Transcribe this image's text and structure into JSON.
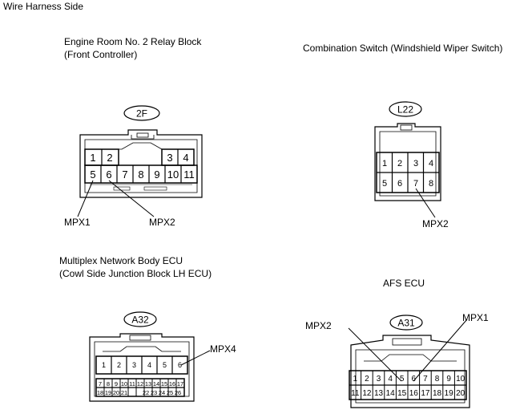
{
  "header": {
    "title": "Wire Harness Side"
  },
  "connectors": {
    "c2f": {
      "title_line1": "Engine Room No. 2 Relay Block",
      "title_line2": "(Front Controller)",
      "code": "2F",
      "top_row_left": [
        "1",
        "2"
      ],
      "top_row_right": [
        "3",
        "4"
      ],
      "bottom_row": [
        "5",
        "6",
        "7",
        "8",
        "9",
        "10",
        "11"
      ],
      "callouts": [
        "MPX1",
        "MPX2"
      ]
    },
    "l22": {
      "title": "Combination Switch (Windshield Wiper Switch)",
      "code": "L22",
      "top_row": [
        "1",
        "2",
        "3",
        "4"
      ],
      "bottom_row": [
        "5",
        "6",
        "7",
        "8"
      ],
      "callouts": [
        "MPX2"
      ]
    },
    "a32": {
      "title_line1": "Multiplex Network Body ECU",
      "title_line2": "(Cowl Side Junction Block LH ECU)",
      "code": "A32",
      "top_row": [
        "1",
        "2",
        "3",
        "4",
        "5",
        "6"
      ],
      "mid_row": [
        "7",
        "8",
        "9",
        "10",
        "11",
        "12",
        "13",
        "14",
        "15",
        "16",
        "17"
      ],
      "bottom_row": [
        "18",
        "19",
        "20",
        "21",
        "",
        "22",
        "23",
        "24",
        "25",
        "26"
      ],
      "callouts": [
        "MPX4"
      ]
    },
    "a31": {
      "title": "AFS ECU",
      "code": "A31",
      "top_row": [
        "1",
        "2",
        "3",
        "4",
        "5",
        "6",
        "7",
        "8",
        "9",
        "10"
      ],
      "bottom_row": [
        "11",
        "12",
        "13",
        "14",
        "15",
        "16",
        "17",
        "18",
        "19",
        "20"
      ],
      "callouts": [
        "MPX2",
        "MPX1"
      ]
    }
  }
}
